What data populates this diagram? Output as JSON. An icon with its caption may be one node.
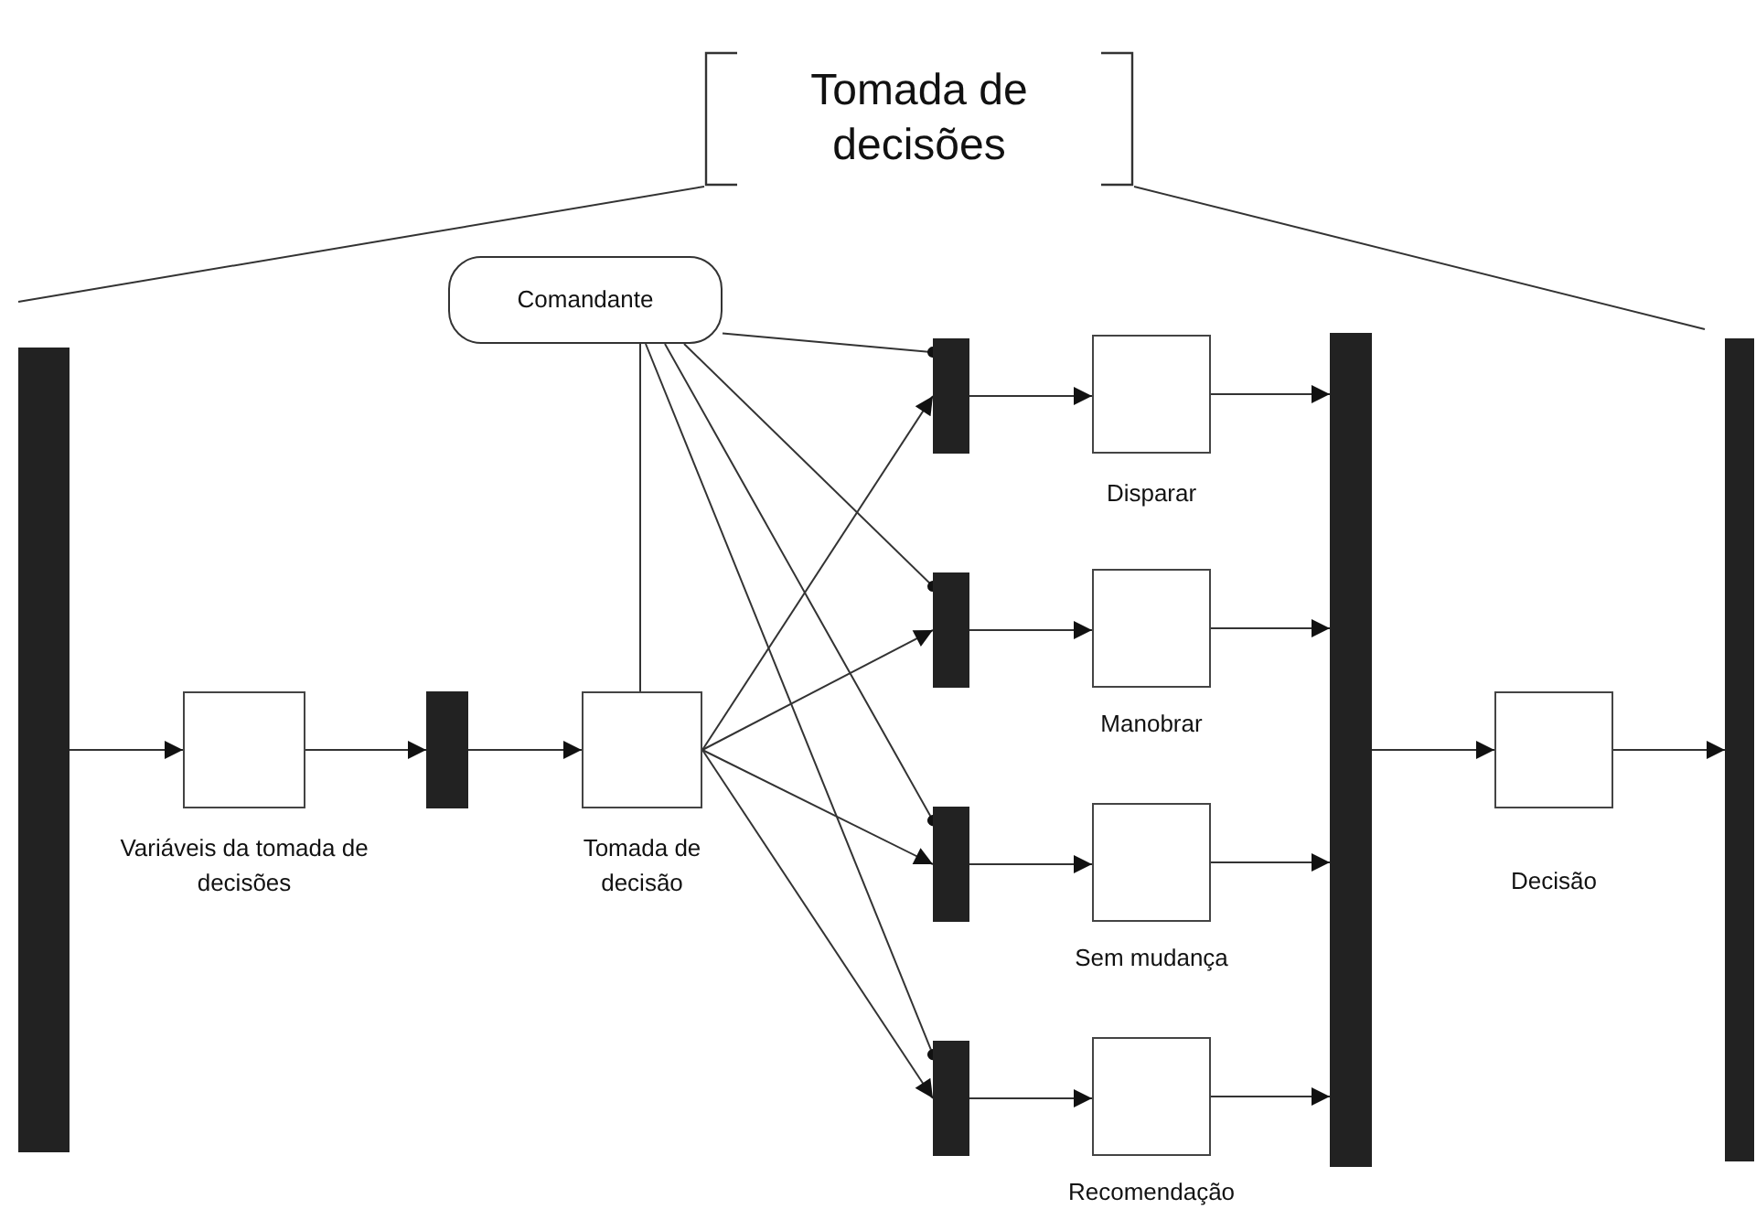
{
  "diagram": {
    "nodes": [
      {
        "text": [
          "Tomada de decisões"
        ]
      },
      {
        "text": [
          "Comandante"
        ]
      },
      {
        "text": [],
        "shape": "bar"
      },
      {
        "text": [],
        "shape": "box",
        "beside": [
          "Variáveis da tomada de decisões"
        ]
      },
      {
        "text": [],
        "shape": "bar"
      },
      {
        "text": [],
        "shape": "box",
        "beside": [
          "Tomada de decisão"
        ]
      },
      {
        "text": [],
        "shape": "bar"
      },
      {
        "text": [],
        "shape": "bar"
      },
      {
        "text": [],
        "shape": "bar"
      },
      {
        "text": [],
        "shape": "bar"
      },
      {
        "text": [],
        "shape": "box",
        "beside": [
          "Disparar"
        ]
      },
      {
        "text": [],
        "shape": "box",
        "beside": [
          "Manobrar"
        ]
      },
      {
        "text": [],
        "shape": "box",
        "beside": [
          "Sem mudança"
        ]
      },
      {
        "text": [],
        "shape": "box",
        "beside": [
          "Recomendação"
        ]
      },
      {
        "text": [],
        "shape": "bar"
      },
      {
        "text": [],
        "shape": "box",
        "beside": [
          "Decisão"
        ]
      },
      {
        "text": [],
        "shape": "bar"
      }
    ],
    "edges": [
      {
        "from": 2,
        "to": 3,
        "arrow": "to"
      },
      {
        "from": 3,
        "to": 4,
        "arrow": "to"
      },
      {
        "from": 4,
        "to": 5,
        "arrow": "to"
      },
      {
        "from": 1,
        "to": 5,
        "arrow": "none"
      },
      {
        "from": 1,
        "to": 6,
        "arrow": "other"
      },
      {
        "from": 1,
        "to": 7,
        "arrow": "other"
      },
      {
        "from": 1,
        "to": 8,
        "arrow": "other"
      },
      {
        "from": 1,
        "to": 9,
        "arrow": "other"
      },
      {
        "from": 5,
        "to": 6,
        "arrow": "to"
      },
      {
        "from": 5,
        "to": 7,
        "arrow": "to"
      },
      {
        "from": 5,
        "to": 8,
        "arrow": "to"
      },
      {
        "from": 5,
        "to": 9,
        "arrow": "to"
      },
      {
        "from": 6,
        "to": 10,
        "arrow": "to"
      },
      {
        "from": 7,
        "to": 11,
        "arrow": "to"
      },
      {
        "from": 8,
        "to": 12,
        "arrow": "to"
      },
      {
        "from": 9,
        "to": 13,
        "arrow": "to"
      },
      {
        "from": 10,
        "to": 14,
        "arrow": "to"
      },
      {
        "from": 11,
        "to": 14,
        "arrow": "to"
      },
      {
        "from": 12,
        "to": 14,
        "arrow": "to"
      },
      {
        "from": 13,
        "to": 14,
        "arrow": "to"
      },
      {
        "from": 14,
        "to": 15,
        "arrow": "to"
      },
      {
        "from": 15,
        "to": 16,
        "arrow": "to"
      },
      {
        "from": 0,
        "to": null,
        "arrow": "none"
      },
      {
        "from": 0,
        "to": null,
        "arrow": "none"
      }
    ]
  }
}
